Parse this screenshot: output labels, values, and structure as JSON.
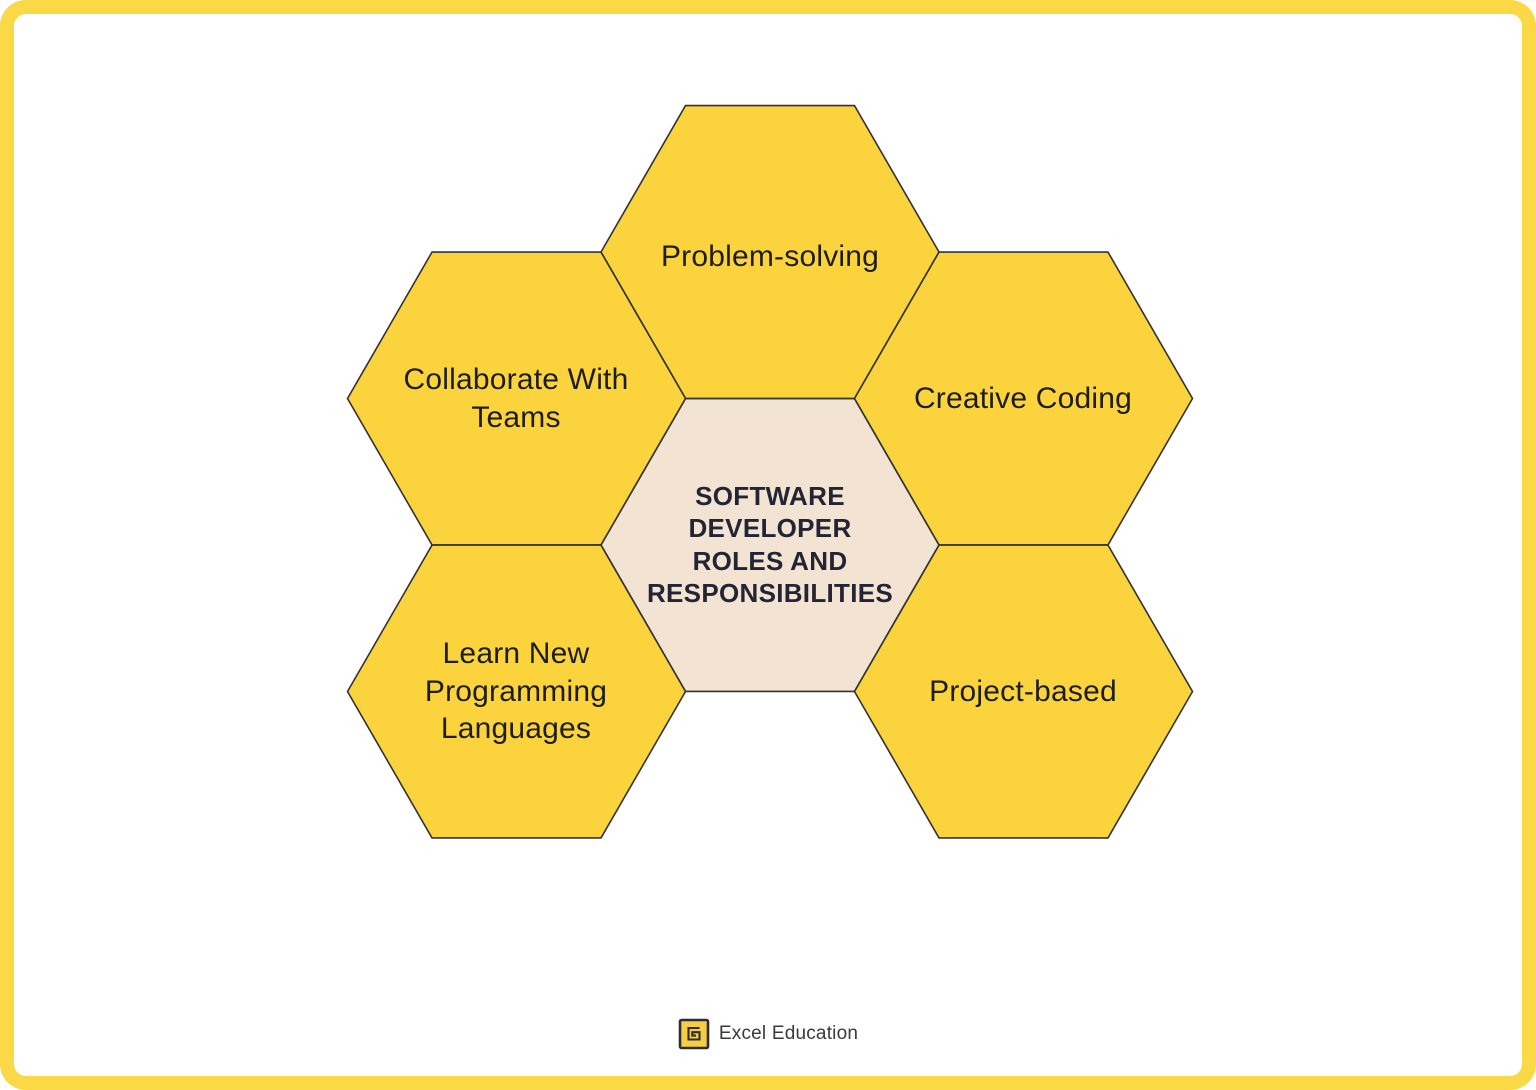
{
  "page": {
    "background_color": "#FFFFFF",
    "frame_border_color": "#FBD845"
  },
  "diagram": {
    "hex_fill_color": "#FBD33C",
    "hex_stroke_color": "#333333",
    "center_fill_color": "#F2E3D2",
    "center": {
      "label": "SOFTWARE\nDEVELOPER\nROLES AND\nRESPONSIBILITIES",
      "text_color": "#232535"
    },
    "hexagons": [
      {
        "id": "problem-solving",
        "label": "Problem-solving"
      },
      {
        "id": "collaborate-with-teams",
        "label": "Collaborate With\nTeams"
      },
      {
        "id": "creative-coding",
        "label": "Creative Coding"
      },
      {
        "id": "learn-new-programming-languages",
        "label": "Learn New\nProgramming\nLanguages"
      },
      {
        "id": "project-based",
        "label": "Project-based"
      }
    ],
    "label_text_color": "#1D1D1D"
  },
  "footer": {
    "brand": "Excel Education",
    "icon": "excel-education-logo-icon"
  }
}
